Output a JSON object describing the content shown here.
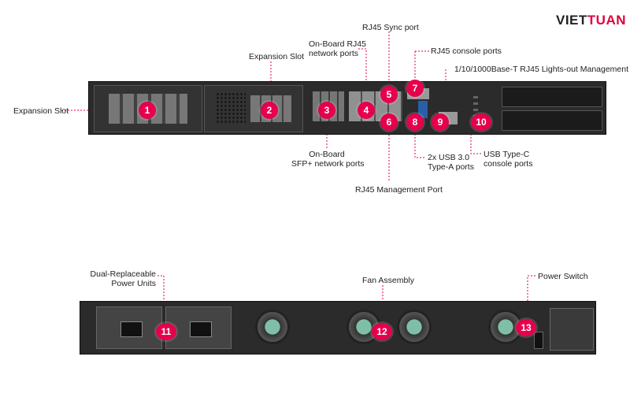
{
  "brand": {
    "part1": "VIET",
    "part2": "TUAN"
  },
  "front_labels": {
    "expansion_slot_left": "Expansion Slot",
    "expansion_slot_top": "Expansion Slot",
    "onboard_rj45_line1": "On-Board RJ45",
    "onboard_rj45_line2": "network ports",
    "rj45_sync": "RJ45 Sync port",
    "rj45_console": "RJ45 console ports",
    "lights_out": "1/10/1000Base-T RJ45 Lights-out Management port",
    "onboard_sfp_line1": "On-Board",
    "onboard_sfp_line2": "SFP+ network ports",
    "rj45_mgmt": "RJ45 Management Port",
    "usb_line1": "2x USB 3.0",
    "usb_line2": "Type-A ports",
    "usbc_line1": "USB Type-C",
    "usbc_line2": "console ports"
  },
  "rear_labels": {
    "psu_line1": "Dual-Replaceable",
    "psu_line2": "Power Units",
    "fan": "Fan Assembly",
    "power_switch": "Power Switch"
  },
  "badges": [
    "1",
    "2",
    "3",
    "4",
    "5",
    "6",
    "7",
    "8",
    "9",
    "10",
    "11",
    "12",
    "13"
  ],
  "colors": {
    "accent": "#e6004c",
    "chassis": "#2b2b2b",
    "callout_line": "#e6004c"
  }
}
